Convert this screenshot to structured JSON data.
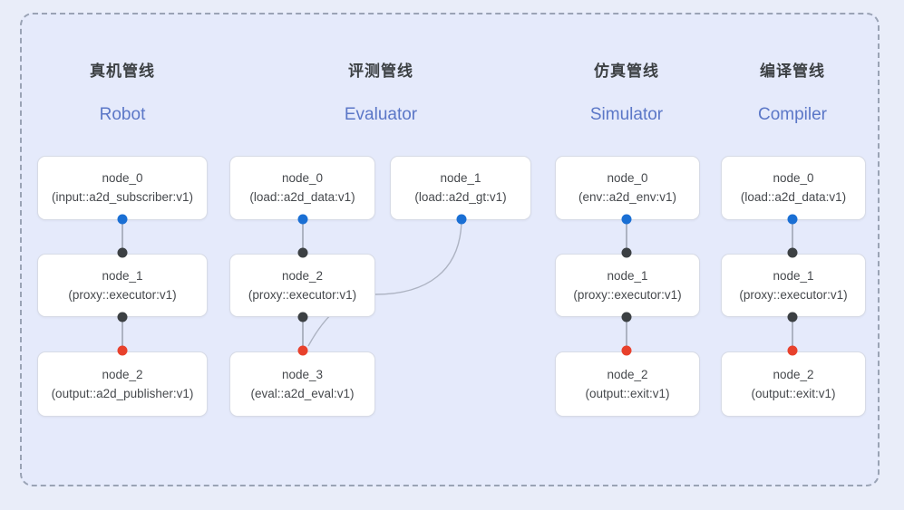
{
  "diagram": {
    "title_cn_group": [
      "真机管线",
      "评测管线",
      "仿真管线",
      "编译管线"
    ],
    "columns": [
      {
        "id": "robot",
        "title_cn": "真机管线",
        "title_en": "Robot",
        "nodes": [
          {
            "name": "node_0",
            "type": "(input::a2d_subscriber:v1)"
          },
          {
            "name": "node_1",
            "type": "(proxy::executor:v1)"
          },
          {
            "name": "node_2",
            "type": "(output::a2d_publisher:v1)"
          }
        ]
      },
      {
        "id": "evaluator",
        "title_cn": "评测管线",
        "title_en": "Evaluator",
        "nodes": [
          {
            "name": "node_0",
            "type": "(load::a2d_data:v1)"
          },
          {
            "name": "node_1",
            "type": "(load::a2d_gt:v1)"
          },
          {
            "name": "node_2",
            "type": "(proxy::executor:v1)"
          },
          {
            "name": "node_3",
            "type": "(eval::a2d_eval:v1)"
          }
        ]
      },
      {
        "id": "simulator",
        "title_cn": "仿真管线",
        "title_en": "Simulator",
        "nodes": [
          {
            "name": "node_0",
            "type": "(env::a2d_env:v1)"
          },
          {
            "name": "node_1",
            "type": "(proxy::executor:v1)"
          },
          {
            "name": "node_2",
            "type": "(output::exit:v1)"
          }
        ]
      },
      {
        "id": "compiler",
        "title_cn": "编译管线",
        "title_en": "Compiler",
        "nodes": [
          {
            "name": "node_0",
            "type": "(load::a2d_data:v1)"
          },
          {
            "name": "node_1",
            "type": "(proxy::executor:v1)"
          },
          {
            "name": "node_2",
            "type": "(output::exit:v1)"
          }
        ]
      }
    ],
    "colors": {
      "port_output": "#1a6fd4",
      "port_link": "#3c4043",
      "port_input": "#e8412c",
      "panel_background": "#e5eafb",
      "panel_border": "#9aa3b5",
      "node_background": "#ffffff",
      "node_border": "#d7dbe6",
      "title_cn_color": "#3c4043",
      "title_en_color": "#5b77c7",
      "edge_color": "#adb3c2"
    }
  }
}
